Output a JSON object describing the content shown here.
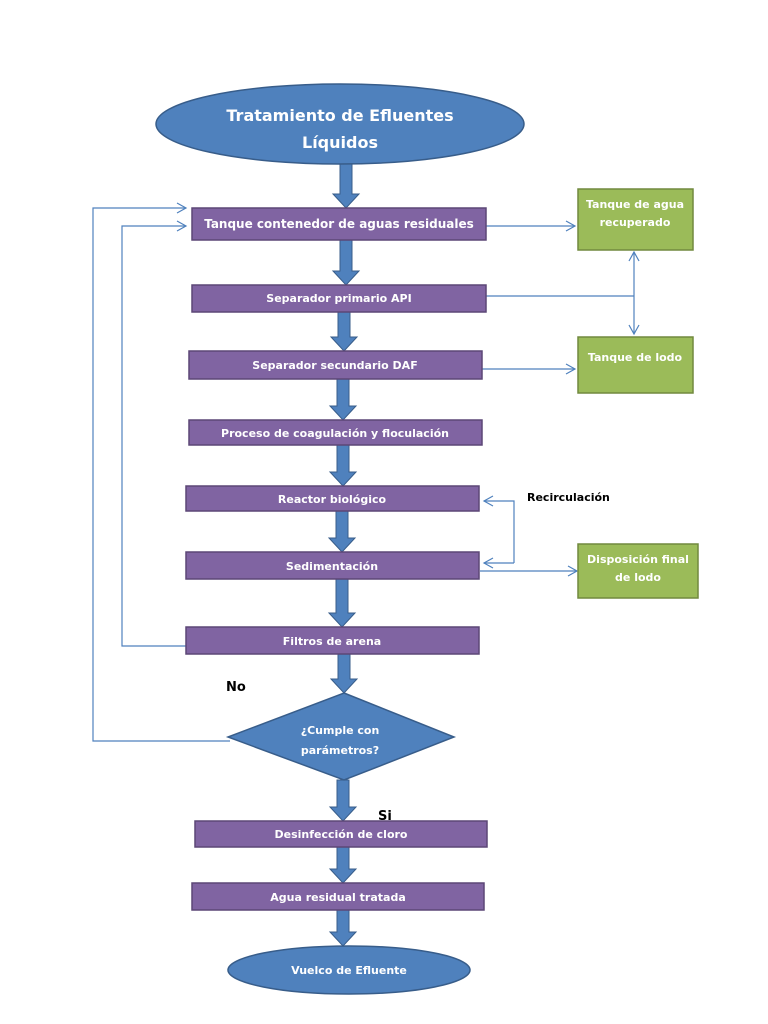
{
  "colors": {
    "ellipse": "#4F81BD",
    "ellipse_border": "#385D8A",
    "process": "#8064A2",
    "process_border": "#5C4776",
    "side_box": "#9BBB59",
    "side_box_border": "#71893F",
    "connector": "#4F81BD",
    "text_light": "#FFFFFF",
    "text_dark": "#000000"
  },
  "title": {
    "line1": "Tratamiento de Efluentes",
    "line2": "Líquidos"
  },
  "steps": [
    "Tanque contenedor de aguas residuales",
    "Separador primario API",
    "Separador secundario DAF",
    "Proceso de coagulación y floculación",
    "Reactor biológico",
    "Sedimentación",
    "Filtros de arena",
    "Desinfección de cloro",
    "Agua residual tratada"
  ],
  "decision": {
    "line1": "¿Cumple con",
    "line2": "parámetros?"
  },
  "side_boxes": {
    "water_tank": {
      "line1": "Tanque de agua",
      "line2": "recuperado"
    },
    "sludge_tank": {
      "line1": "Tanque de lodo"
    },
    "final_disposal": {
      "line1": "Disposición final",
      "line2": "de lodo"
    }
  },
  "labels": {
    "recirculation": "Recirculación",
    "no": "No",
    "yes": "Si"
  },
  "end": {
    "label": "Vuelco de Efluente"
  }
}
